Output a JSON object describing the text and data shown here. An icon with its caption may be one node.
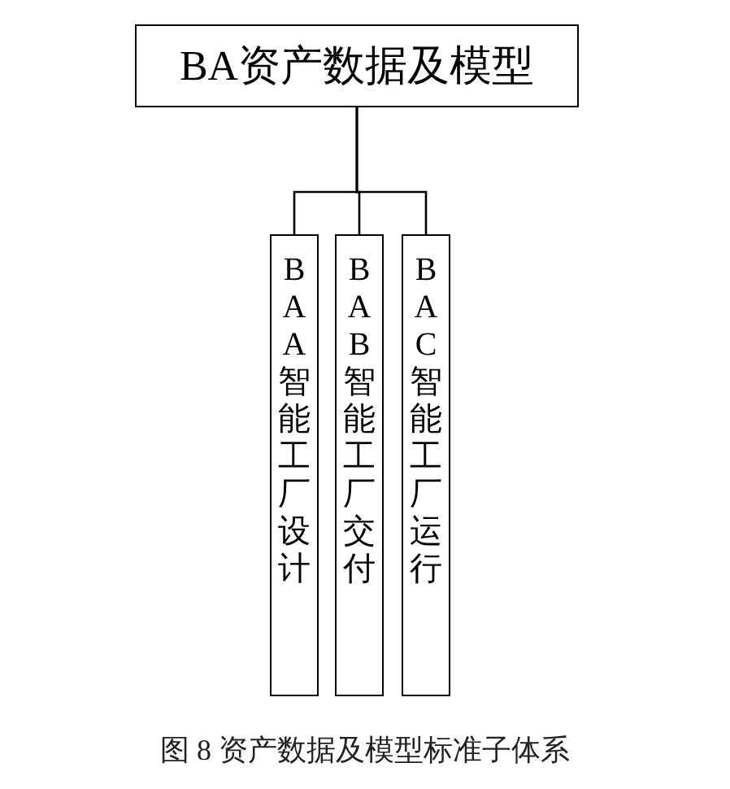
{
  "diagram": {
    "caption": "图 8 资产数据及模型标准子体系",
    "nodes": [
      {
        "text": [
          "BA资产数据及模型"
        ]
      },
      {
        "text": [
          "BAA智能工厂设计"
        ]
      },
      {
        "text": [
          "BAB智能工厂交付"
        ]
      },
      {
        "text": [
          "BAC智能工厂运行"
        ]
      }
    ],
    "edges": [
      {
        "from": 0,
        "to": 1,
        "arrow": "none"
      },
      {
        "from": 0,
        "to": 2,
        "arrow": "none"
      },
      {
        "from": 0,
        "to": 3,
        "arrow": "none"
      }
    ]
  }
}
